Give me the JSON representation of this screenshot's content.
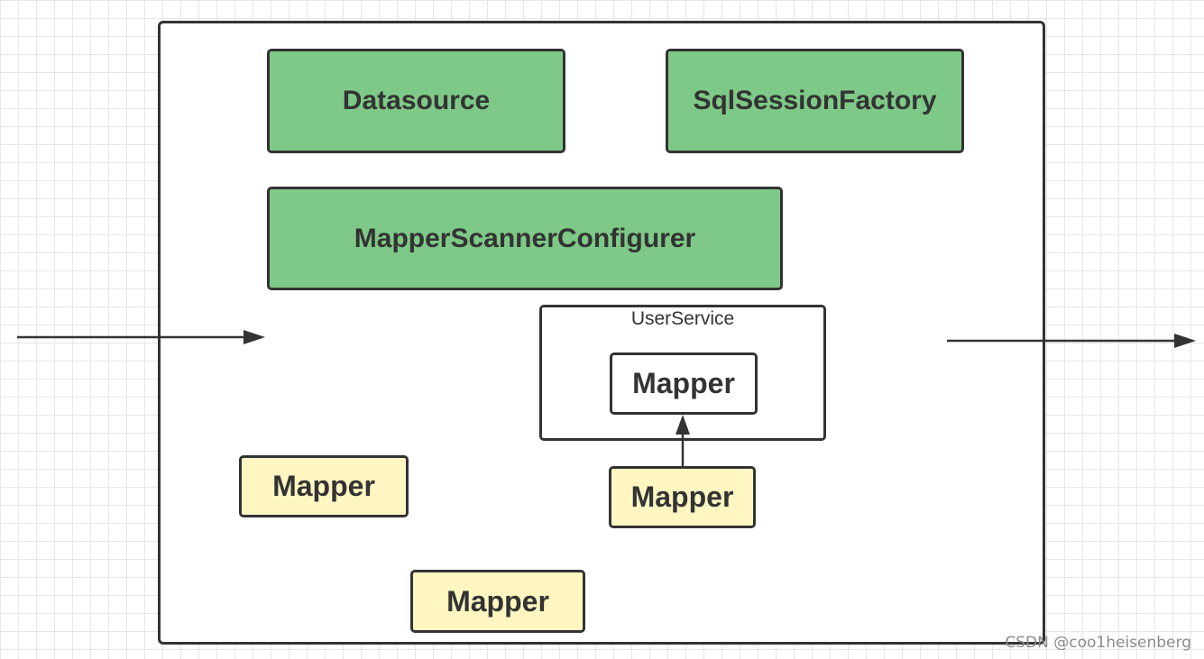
{
  "diagram": {
    "boxes": {
      "datasource": "Datasource",
      "sql_session_factory": "SqlSessionFactory",
      "mapper_scanner_configurer": "MapperScannerConfigurer",
      "user_service_label": "UserService",
      "inner_mapper": "Mapper",
      "mapper_1": "Mapper",
      "mapper_2": "Mapper",
      "mapper_3": "Mapper"
    },
    "colors": {
      "green_fill": "#7ec987",
      "yellow_fill": "#fff6c2",
      "stroke": "#333333",
      "inner_fill": "#ffffff"
    }
  },
  "watermark": "CSDN @coo1heisenberg"
}
